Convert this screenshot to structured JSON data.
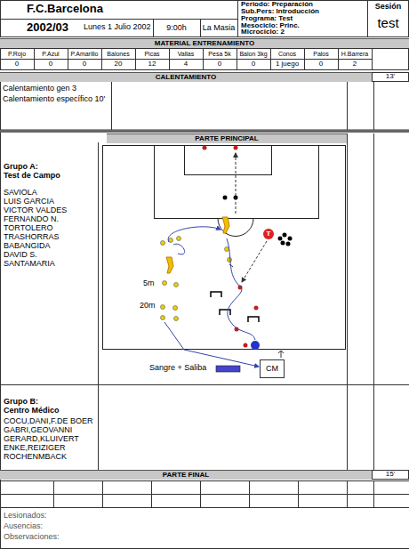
{
  "diagram": {
    "title": "F.C.Barcelona",
    "nodes": [
      {
        "text": [
          "MATERIAL ENTRENAMIENTO"
        ]
      },
      {
        "text": [
          "CALENTAMIENTO"
        ]
      },
      {
        "text": [
          "PARTE PRINCIPAL"
        ]
      },
      {
        "text": [
          "PARTE FINAL"
        ]
      },
      {
        "text": [
          "T"
        ]
      },
      {
        "text": [
          "CM"
        ]
      }
    ],
    "labels": [
      "Lunes 1 Julio 2002",
      "2002/03",
      "9:00h",
      "La Masia",
      "Periodo: Preparación",
      "Sub.Pers: Introducción",
      "Programa: Test",
      "Mesociclo: Princ.",
      "Microciclo: 2",
      "Sesión",
      "test",
      "P.Rojo",
      "P.Azul",
      "P.Amarillo",
      "Balones",
      "Picas",
      "Vallas",
      "Pesa 5k",
      "Balon 3kg",
      "Conos",
      "Palos",
      "H.Barrera",
      "0",
      "0",
      "0",
      "20",
      "12",
      "4",
      "0",
      "0",
      "1 juego",
      "0",
      "2",
      "13'",
      "Calentamiento gen 3",
      "Calentamiento específico 10'",
      "Grupo A:",
      "Test de Campo",
      "SAVIOLA",
      "LUIS GARCIA",
      "VICTOR VALDES",
      "FERNANDO N.",
      "TORTOLERO",
      "TRASHORRAS",
      "BABANGIDA",
      "DAVID S.",
      "SANTAMARIA",
      "5m",
      "20m",
      "Sangre + Saliba",
      "Grupo B:",
      "Centro Médico",
      "COCU,DANI,F.DE BOER",
      "GABRI,GEOVANNI",
      "GERARD,KLUIVERT",
      "ENKE,REIZIGER",
      "ROCHENMBACK",
      "15'",
      "Lesionados:",
      "Ausencias:",
      "Observaciones:"
    ]
  }
}
